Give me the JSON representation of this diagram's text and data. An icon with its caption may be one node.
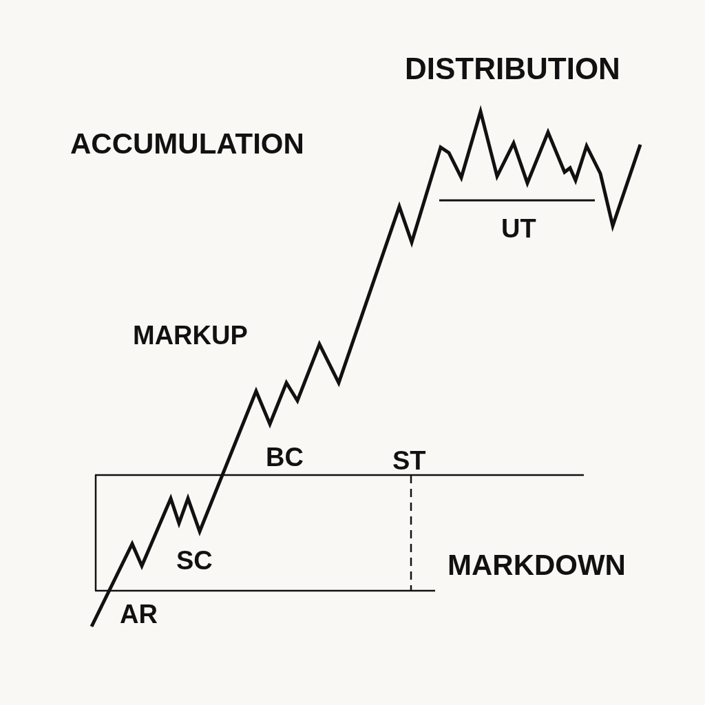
{
  "diagram": {
    "labels": [
      "DISTRIBUTION",
      "ACCUMULATION",
      "UT",
      "MARKUP",
      "BC",
      "ST",
      "SC",
      "MARKDOWN",
      "AR"
    ]
  }
}
